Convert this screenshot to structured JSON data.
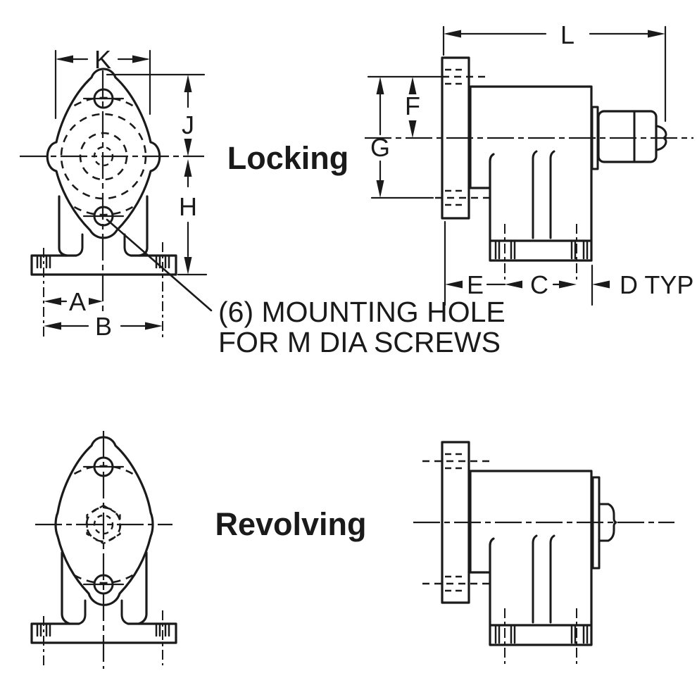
{
  "drawing": {
    "title_labels": {
      "locking": "Locking",
      "revolving": "Revolving"
    },
    "note": {
      "line1": "(6) MOUNTING HOLE",
      "line2": "FOR M DIA SCREWS"
    },
    "dimension_labels": {
      "k": "K",
      "j": "J",
      "h": "H",
      "a": "A",
      "b": "B",
      "l": "L",
      "f": "F",
      "g": "G",
      "e": "E",
      "c": "C",
      "d_typ": "D TYP"
    },
    "colors": {
      "line": "#1a1a1a",
      "background": "#ffffff"
    }
  }
}
